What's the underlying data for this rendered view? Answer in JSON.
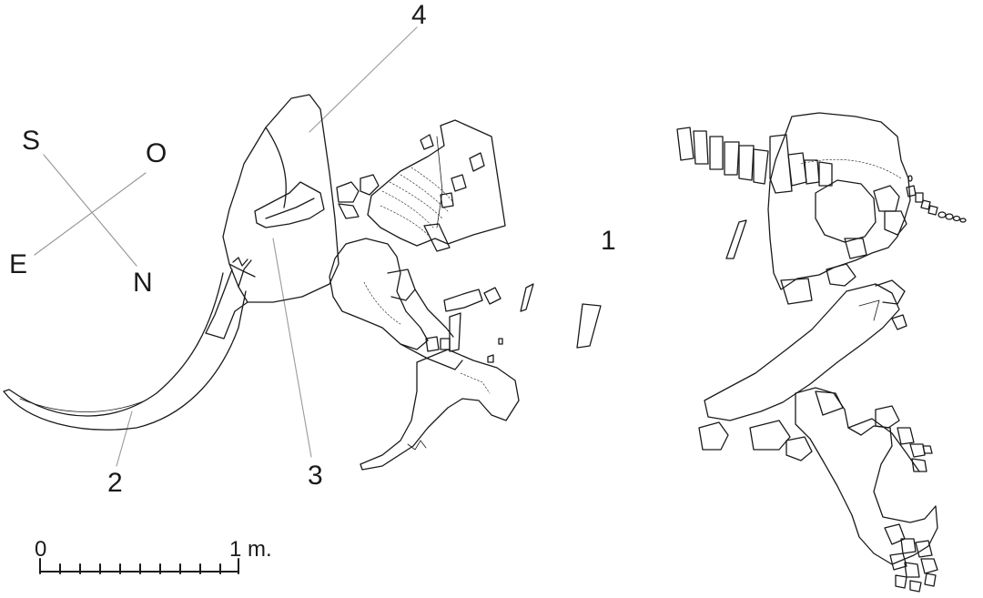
{
  "labels": {
    "one": "1",
    "two": "2",
    "three": "3",
    "four": "4"
  },
  "compass": {
    "south": "S",
    "west": "O",
    "east": "E",
    "north": "N"
  },
  "scale_bar": {
    "start_label": "0",
    "end_label": "1 m."
  },
  "colors": {
    "line": "#1a1a1a",
    "leader": "#9a9a9a",
    "background": "#ffffff"
  }
}
